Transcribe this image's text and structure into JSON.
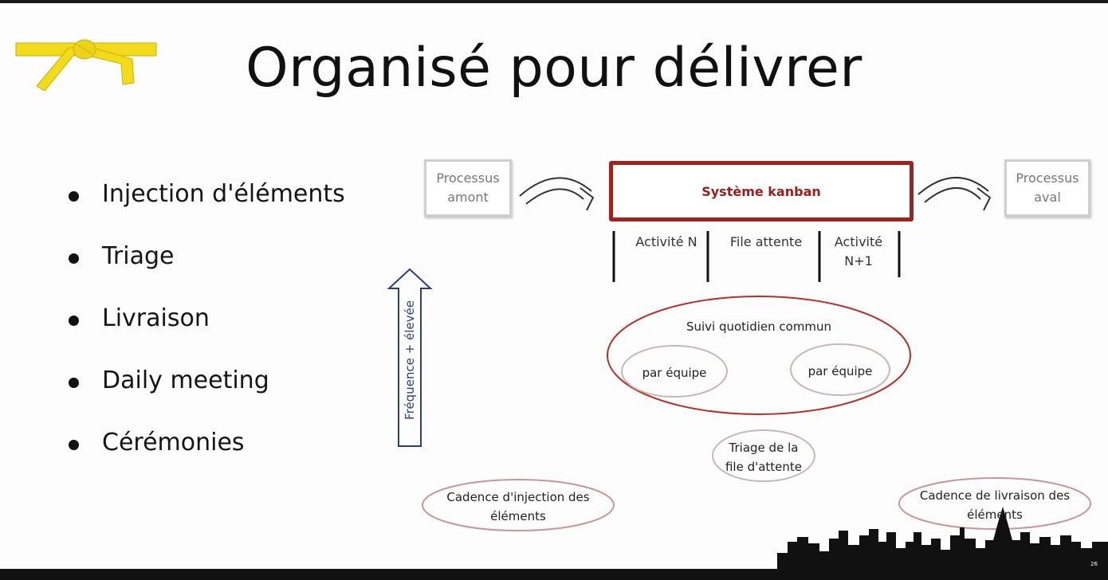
{
  "slide": {
    "title": "Organisé pour délivrer",
    "bullets": [
      "Injection d'éléments",
      "Triage",
      "Livraison",
      "Daily meeting",
      "Cérémonies"
    ],
    "diagram": {
      "upstream": "Processus amont",
      "kanban": "Système kanban",
      "downstream": "Processus aval",
      "columns": [
        "Activité N",
        "File attente",
        "Activité N+1"
      ],
      "frequency_label": "Fréquence + élevée",
      "daily_tracking": "Suivi quotidien commun",
      "team_left": "par équipe",
      "team_right": "par équipe",
      "queue_triage": "Triage de la file d'attente",
      "injection_cadence": "Cadence d'injection des éléments",
      "delivery_cadence": "Cadence de livraison des éléments"
    },
    "page_number": "26"
  },
  "colors": {
    "belt": "#f2dc1a",
    "kanban_border": "#a0231e",
    "arrow_blue": "#2d3f7a",
    "oval_red": "#b4302a"
  },
  "icons": [
    "yellow-belt-icon",
    "curved-arrow-icon",
    "up-arrow-icon",
    "city-skyline-icon"
  ]
}
